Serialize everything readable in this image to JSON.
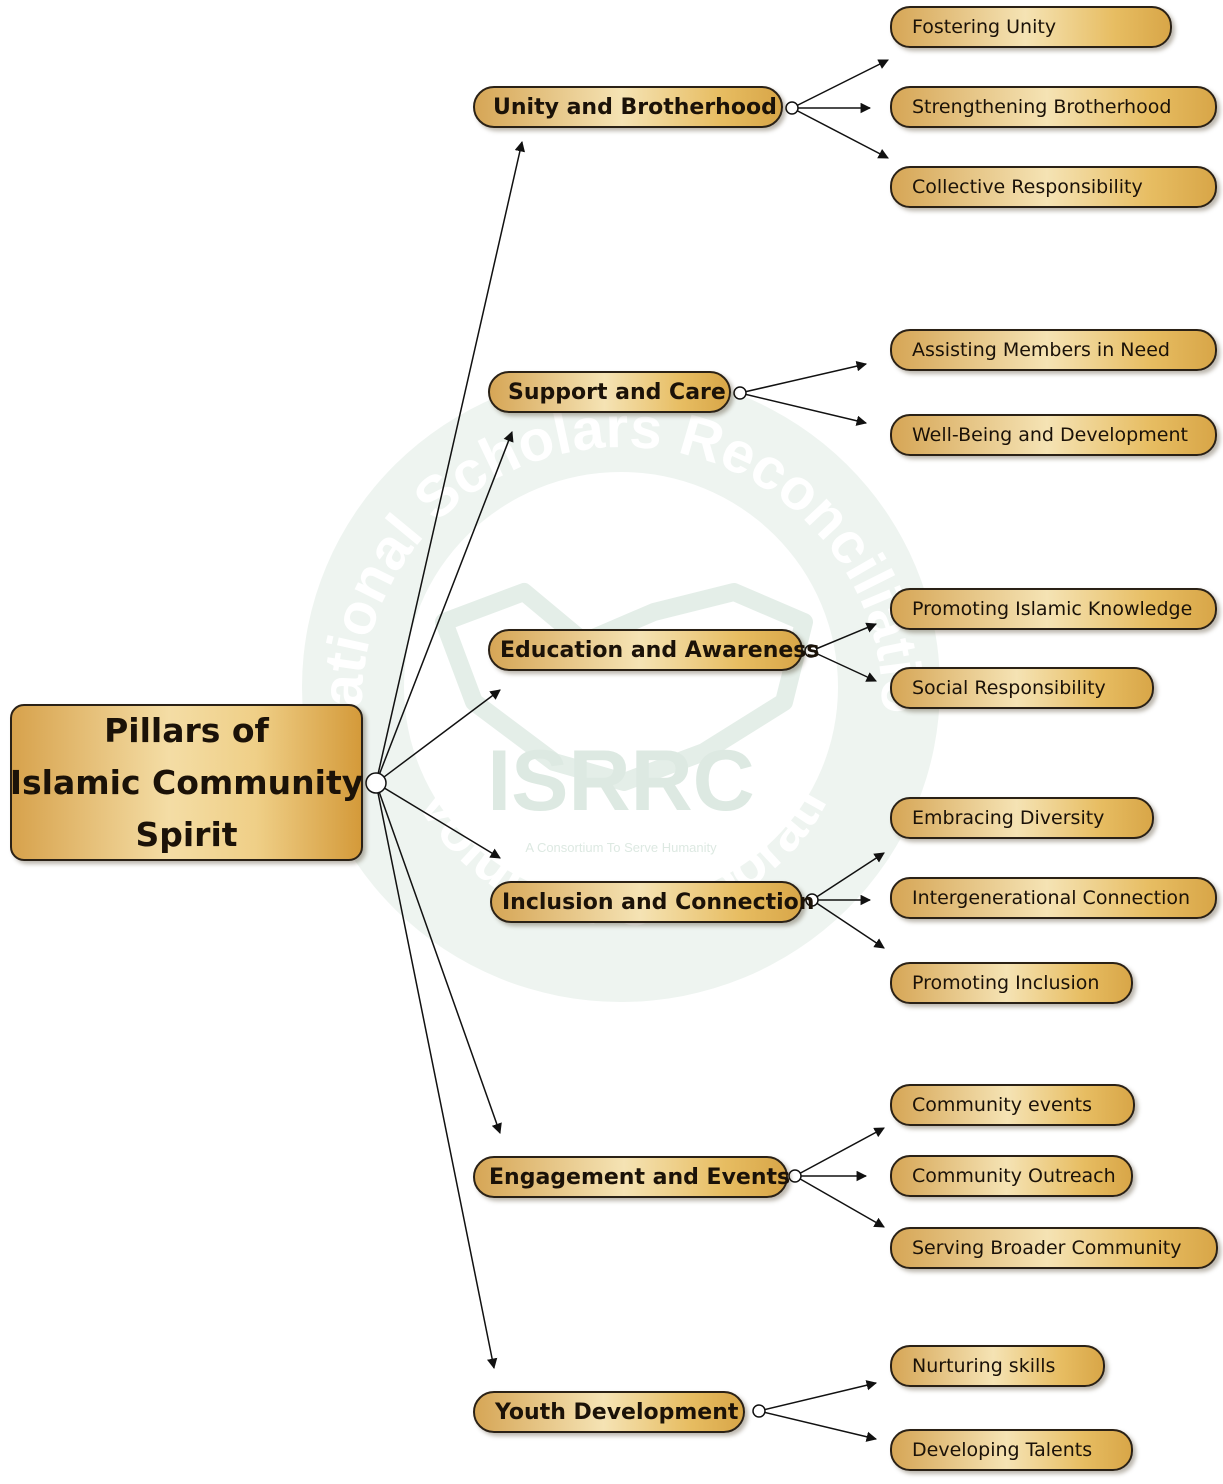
{
  "watermark": {
    "title": "ISRRC",
    "tagline": "A Consortium To Serve Humanity",
    "ring_top": "International Scholars Reconciliation and",
    "ring_bottom": "Revolution Corporation"
  },
  "root": {
    "lines": [
      "Pillars of",
      "Islamic Community",
      "Spirit"
    ]
  },
  "branches": [
    {
      "label": "Unity and Brotherhood",
      "children": [
        "Fostering Unity",
        "Strengthening Brotherhood",
        "Collective Responsibility"
      ]
    },
    {
      "label": "Support and Care",
      "children": [
        "Assisting Members in Need",
        "Well-Being and Development"
      ]
    },
    {
      "label": "Education and Awareness",
      "children": [
        "Promoting Islamic Knowledge",
        "Social Responsibility"
      ]
    },
    {
      "label": "Inclusion and Connection",
      "children": [
        "Embracing Diversity",
        "Intergenerational Connection",
        "Promoting Inclusion"
      ]
    },
    {
      "label": "Engagement and Events",
      "children": [
        "Community events",
        "Community Outreach",
        "Serving Broader Community"
      ]
    },
    {
      "label": "Youth Development",
      "children": [
        "Nurturing skills",
        "Developing Talents"
      ]
    }
  ]
}
